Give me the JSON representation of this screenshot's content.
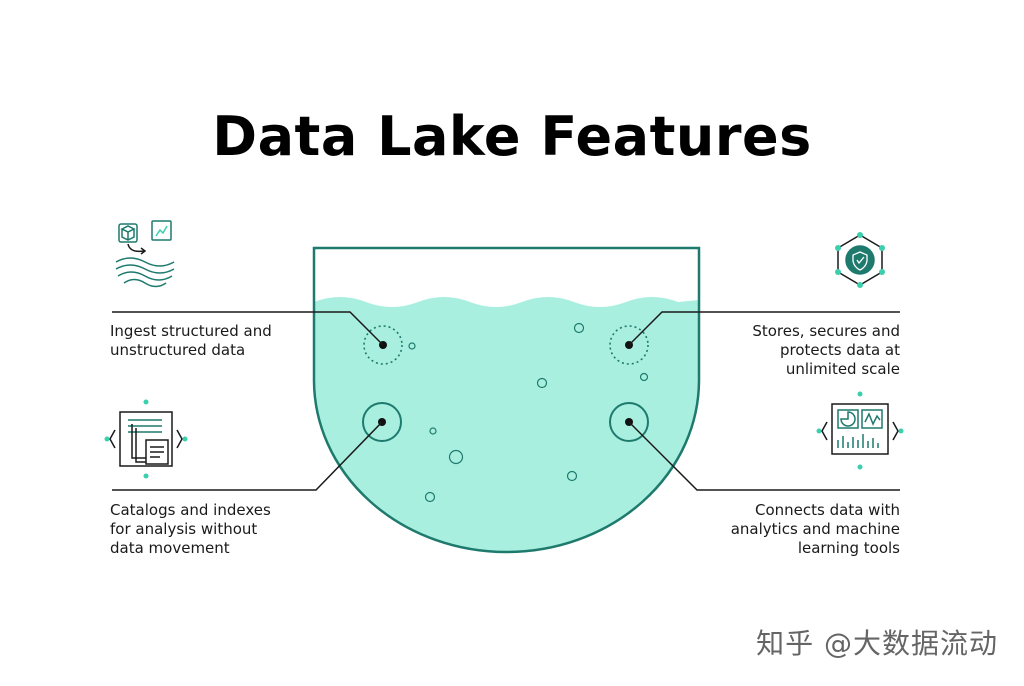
{
  "title": "Data Lake Features",
  "features": [
    {
      "lines": [
        "Ingest structured and",
        "unstructured data"
      ],
      "icon": "ingest-waves-icon"
    },
    {
      "lines": [
        "Stores, secures and",
        "protects data at",
        "unlimited scale"
      ],
      "icon": "shield-network-icon"
    },
    {
      "lines": [
        "Catalogs and indexes",
        "for analysis without",
        "data movement"
      ],
      "icon": "document-stack-icon"
    },
    {
      "lines": [
        "Connects data with",
        "analytics and machine",
        "learning tools"
      ],
      "icon": "dashboard-analytics-icon"
    }
  ],
  "watermark": "知乎 @大数据流动",
  "colors": {
    "water": "#a8efdf",
    "lake_outline": "#1f7a6e",
    "accent": "#3ccfae",
    "line": "#1a1a1a"
  }
}
